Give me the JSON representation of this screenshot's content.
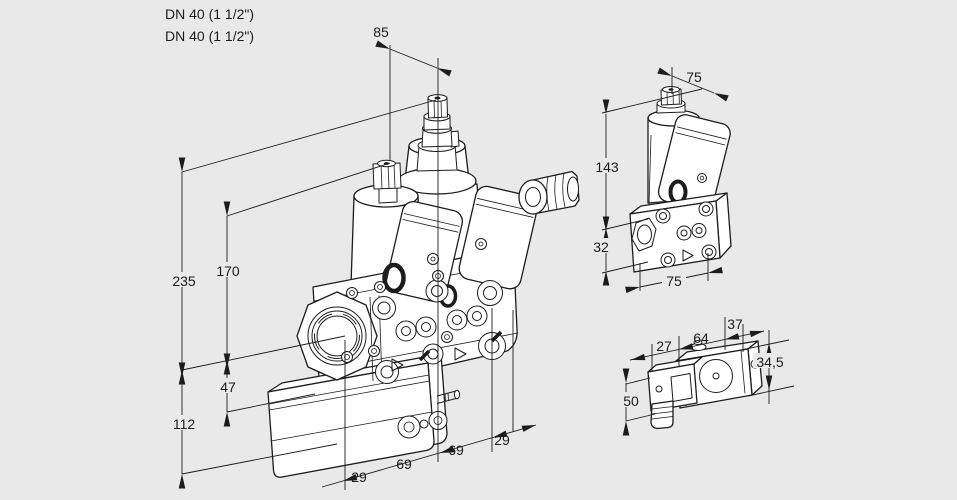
{
  "page": {
    "background": "#e9e9e9",
    "line_color": "#1c1c1c"
  },
  "header": {
    "size_line1": "DN 40 (1 1/2\")",
    "size_line2": "DN 40 (1 1/2\")"
  },
  "front_view": {
    "dim_85": "85",
    "dim_235": "235",
    "dim_170": "170",
    "dim_47": "47",
    "dim_112": "112",
    "dim_29_left": "29",
    "dim_69_left": "69",
    "dim_69_right": "69",
    "dim_29_right": "29"
  },
  "side_view": {
    "dim_75_top": "75",
    "dim_143": "143",
    "dim_32": "32",
    "dim_75_bottom": "75"
  },
  "accessory_view": {
    "dim_27": "27",
    "dim_64": "64",
    "dim_37": "37",
    "dim_34_5": "34,5",
    "dim_50": "50"
  }
}
